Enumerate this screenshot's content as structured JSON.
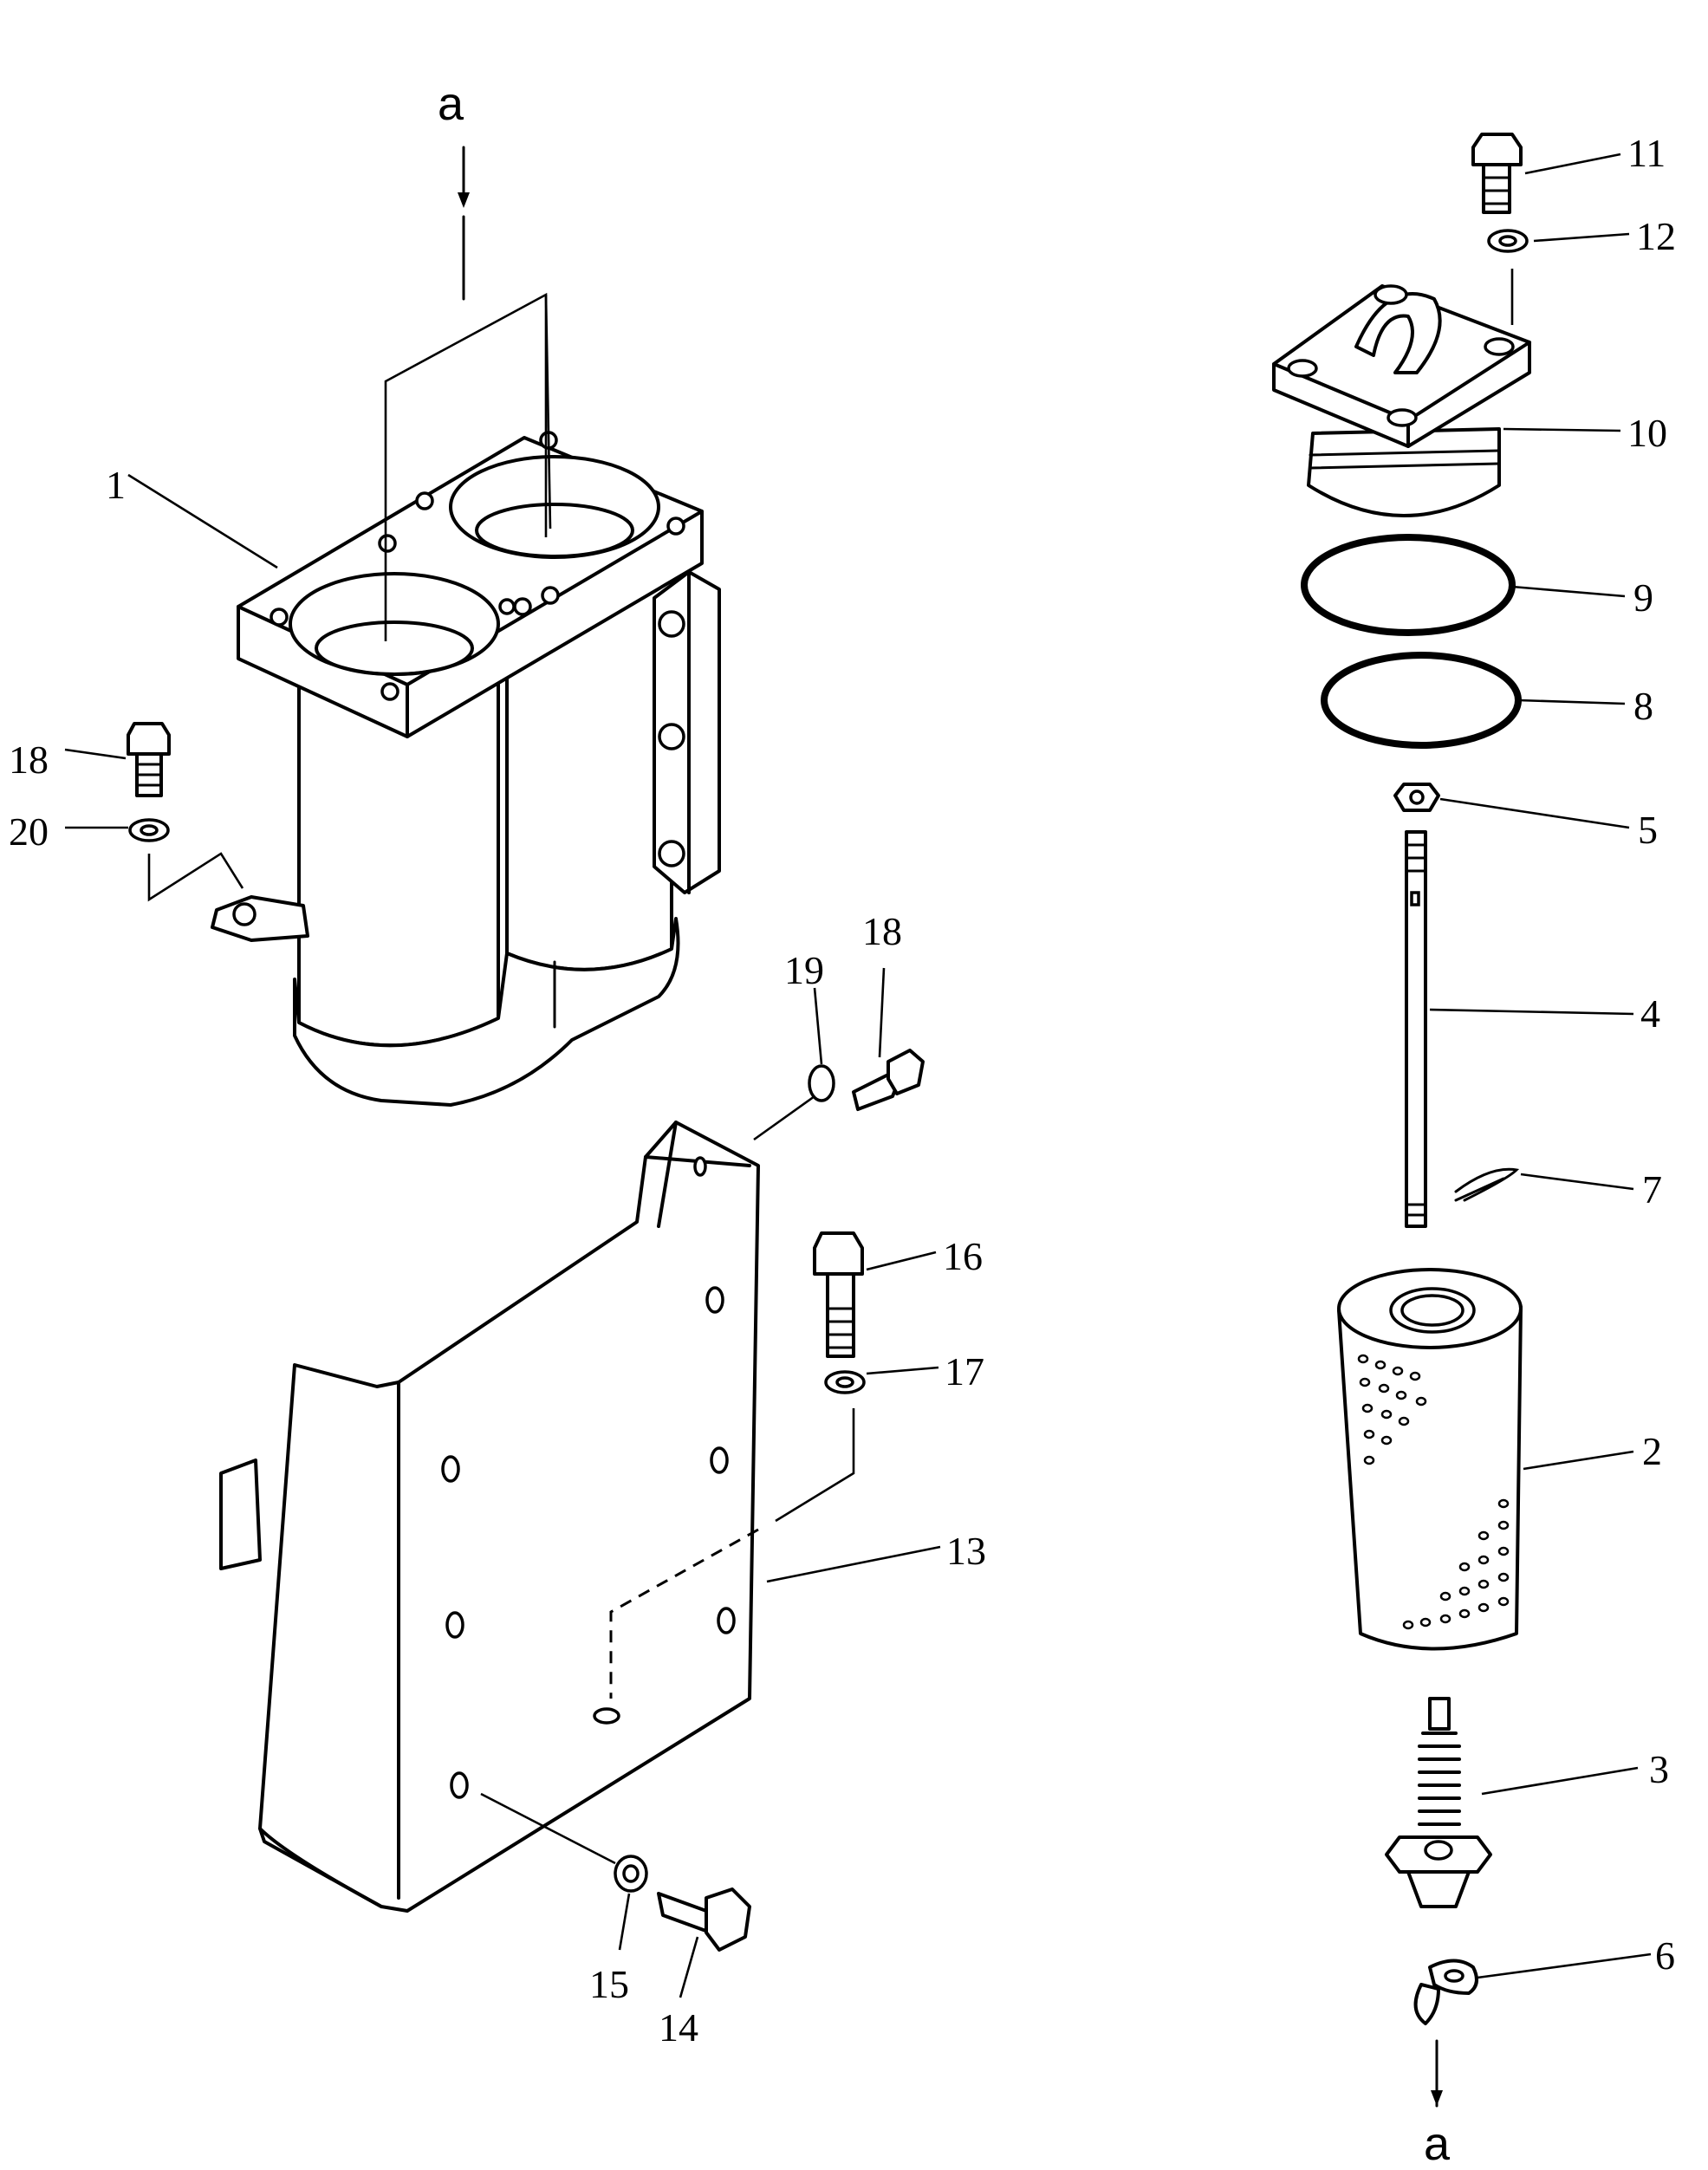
{
  "view_markers": {
    "top": "a",
    "bottom": "a"
  },
  "callouts": {
    "c1": "1",
    "c2": "2",
    "c3": "3",
    "c4": "4",
    "c5": "5",
    "c6": "6",
    "c7": "7",
    "c8": "8",
    "c9": "9",
    "c10": "10",
    "c11": "11",
    "c12": "12",
    "c13": "13",
    "c14": "14",
    "c15": "15",
    "c16": "16",
    "c17": "17",
    "c18a": "18",
    "c18b": "18",
    "c19": "19",
    "c20": "20"
  }
}
